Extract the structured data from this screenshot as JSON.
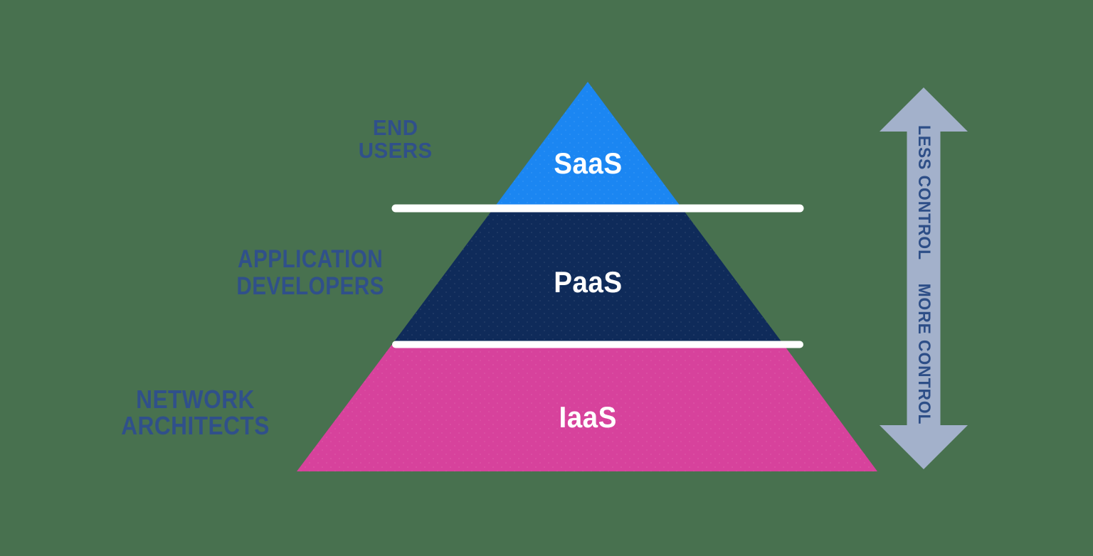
{
  "background_color": "#48714F",
  "pyramid": {
    "layers": [
      {
        "name": "SaaS",
        "color": "#1B86F2"
      },
      {
        "name": "PaaS",
        "color": "#0F2B5A"
      },
      {
        "name": "IaaS",
        "color": "#D7429C"
      }
    ],
    "divider_color": "#FFFFFF"
  },
  "audiences": {
    "end_users": {
      "lines": [
        "END",
        "USERS"
      ]
    },
    "application_developers": {
      "lines": [
        "APPLICATION",
        "DEVELOPERS"
      ]
    },
    "network_architects": {
      "lines": [
        "NETWORK",
        "ARCHITECTS"
      ]
    },
    "text_color": "#30508A"
  },
  "control_arrow": {
    "top_label": "LESS CONTROL",
    "bottom_label": "MORE CONTROL",
    "fill_color": "#A3B1CB",
    "text_color": "#2D4E87"
  }
}
